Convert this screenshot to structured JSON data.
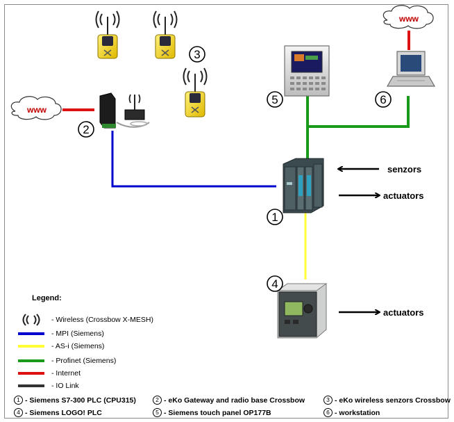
{
  "clouds": [
    "www",
    "www"
  ],
  "numbers": [
    "1",
    "2",
    "3",
    "4",
    "5",
    "6"
  ],
  "arrows": {
    "senzors": "senzors",
    "actuators_plc": "actuators",
    "actuators_logo": "actuators"
  },
  "legend": {
    "title": "Legend:",
    "items": [
      {
        "label": "- Wireless (Crossbow X-MESH)",
        "icon": "wireless-icon"
      },
      {
        "label": "- MPI (Siemens)",
        "color": "#0000cc"
      },
      {
        "label": "- AS-i (Siemens)",
        "color": "#ffff33"
      },
      {
        "label": "- Profinet (Siemens)",
        "color": "#1a9a1a"
      },
      {
        "label": "- Internet",
        "color": "#dd1111"
      },
      {
        "label": "- IO Link",
        "color": "#333333"
      }
    ]
  },
  "captions": [
    {
      "num": "1",
      "text": "- Siemens S7-300 PLC (CPU315)"
    },
    {
      "num": "2",
      "text": "- eKo Gateway and radio base Crossbow"
    },
    {
      "num": "3",
      "text": "- eKo wireless senzors Crossbow"
    },
    {
      "num": "4",
      "text": "- Siemens LOGO! PLC"
    },
    {
      "num": "5",
      "text": "- Siemens touch panel OP177B"
    },
    {
      "num": "6",
      "text": "- workstation"
    }
  ],
  "colors": {
    "mpi": "#0000cc",
    "asi": "#ffff33",
    "profinet": "#1a9a1a",
    "internet": "#dd1111",
    "iolink": "#333333"
  }
}
